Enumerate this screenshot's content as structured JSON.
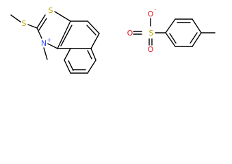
{
  "molecule": {
    "atoms": {
      "s_thiazole": "S",
      "s_methylthio": "S",
      "n_ring": "N",
      "n_charge": "+",
      "s_sulfonate": "S",
      "o_upper": "O",
      "o_upper_charge": "-",
      "o_left": "O",
      "o_lower": "O"
    },
    "colors": {
      "sulfur": "#b8a200",
      "nitrogen": "#3050f8",
      "oxygen": "#e8141c",
      "bond": "#000000"
    }
  }
}
